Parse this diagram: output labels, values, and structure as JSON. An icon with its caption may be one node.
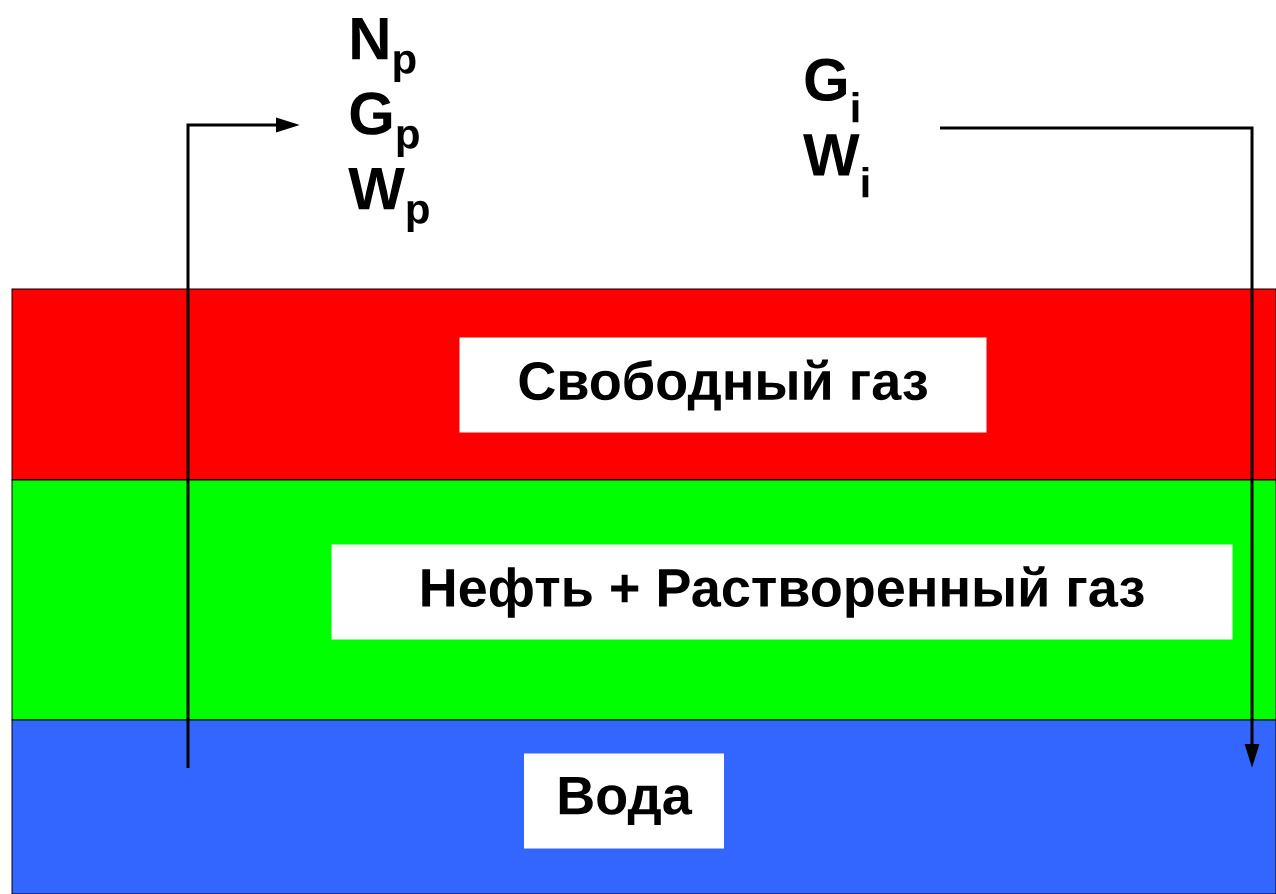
{
  "diagram": {
    "nodes": [
      {
        "text": [
          "Свободный газ"
        ]
      },
      {
        "text": [
          "Нефть + Растворенный газ"
        ]
      },
      {
        "text": [
          "Вода"
        ]
      },
      {
        "text": [
          "N$_{p}$",
          "G$_{p}$",
          "W$_{p}$"
        ]
      },
      {
        "text": [
          "G$_{i}$",
          "W$_{i}$"
        ]
      }
    ],
    "edges": [
      {
        "from": null,
        "to": 3,
        "arrow": "to"
      },
      {
        "from": 4,
        "to": null,
        "arrow": "to"
      }
    ]
  }
}
